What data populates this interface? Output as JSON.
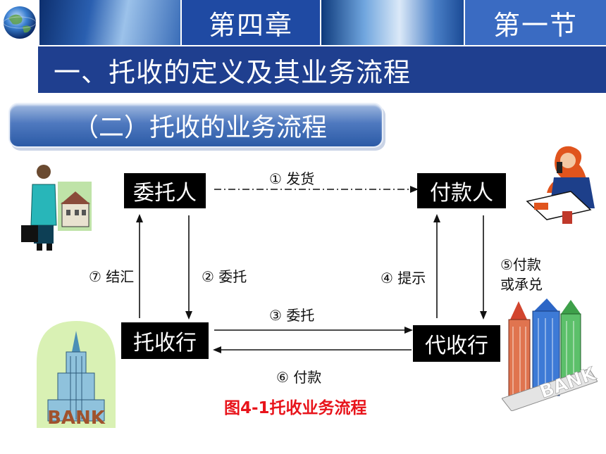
{
  "header": {
    "chapter": "第四章",
    "section": "第一节"
  },
  "title": "一、托收的定义及其业务流程",
  "subtitle": "（二）托收的业务流程",
  "diagram": {
    "nodes": {
      "principal": "委托人",
      "drawee": "付款人",
      "remitting_bank": "托收行",
      "collecting_bank": "代收行"
    },
    "edges": {
      "step1": "① 发货",
      "step2": "② 委托",
      "step3": "③ 委托",
      "step4": "④ 提示",
      "step5_line1": "⑤付款",
      "step5_line2": "或承兑",
      "step6": "⑥ 付款",
      "step7": "⑦ 结汇"
    },
    "caption": "图4-1托收业务流程",
    "bank_sign": "BANK",
    "bank_sign_slanted": "BANK"
  },
  "colors": {
    "header_blue": "#1f4aa3",
    "title_bar": "#1f3f8f",
    "caption_red": "#e8141b",
    "node_bg": "#000000"
  }
}
